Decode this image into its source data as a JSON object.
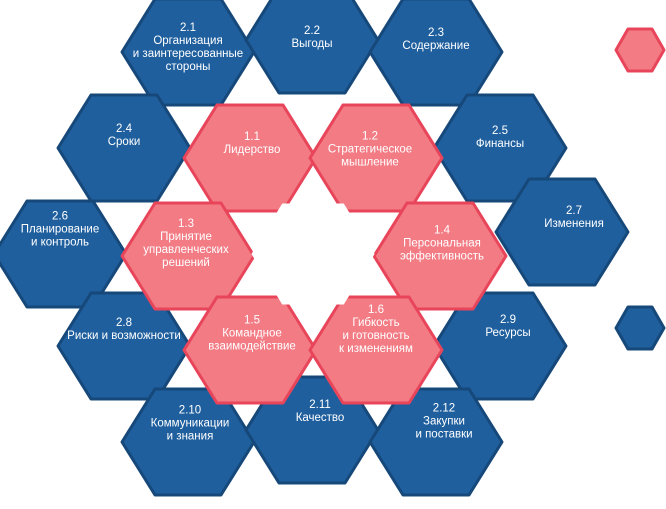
{
  "colors": {
    "blue_fill": "#1f5f9e",
    "blue_stroke": "#16487a",
    "pink_fill": "#f27b84",
    "pink_stroke": "#e8455a",
    "text": "#ffffff"
  },
  "groups": {
    "inner": [
      {
        "id": "1.1",
        "lines": [
          "Лидерство"
        ]
      },
      {
        "id": "1.2",
        "lines": [
          "Стратегическое",
          "мышление"
        ]
      },
      {
        "id": "1.3",
        "lines": [
          "Принятие",
          "управленческих",
          "решений"
        ]
      },
      {
        "id": "1.4",
        "lines": [
          "Персональная",
          "эффективность"
        ]
      },
      {
        "id": "1.5",
        "lines": [
          "Командное",
          "взаимодействие"
        ]
      },
      {
        "id": "1.6",
        "lines": [
          "Гибкость",
          "и готовность",
          "к изменениям"
        ]
      }
    ],
    "outer": [
      {
        "id": "2.1",
        "lines": [
          "Организация",
          "и заинтересованные",
          "стороны"
        ]
      },
      {
        "id": "2.2",
        "lines": [
          "Выгоды"
        ]
      },
      {
        "id": "2.3",
        "lines": [
          "Содержание"
        ]
      },
      {
        "id": "2.4",
        "lines": [
          "Сроки"
        ]
      },
      {
        "id": "2.5",
        "lines": [
          "Финансы"
        ]
      },
      {
        "id": "2.6",
        "lines": [
          "Планирование",
          "и контроль"
        ]
      },
      {
        "id": "2.7",
        "lines": [
          "Изменения"
        ]
      },
      {
        "id": "2.8",
        "lines": [
          "Риски и возможности"
        ]
      },
      {
        "id": "2.9",
        "lines": [
          "Ресурсы"
        ]
      },
      {
        "id": "2.10",
        "lines": [
          "Коммуникации",
          "и знания"
        ]
      },
      {
        "id": "2.11",
        "lines": [
          "Качество"
        ]
      },
      {
        "id": "2.12",
        "lines": [
          "Закупки",
          "и поставки"
        ]
      }
    ]
  },
  "legend": [
    {
      "color": "pink"
    },
    {
      "color": "blue"
    }
  ]
}
